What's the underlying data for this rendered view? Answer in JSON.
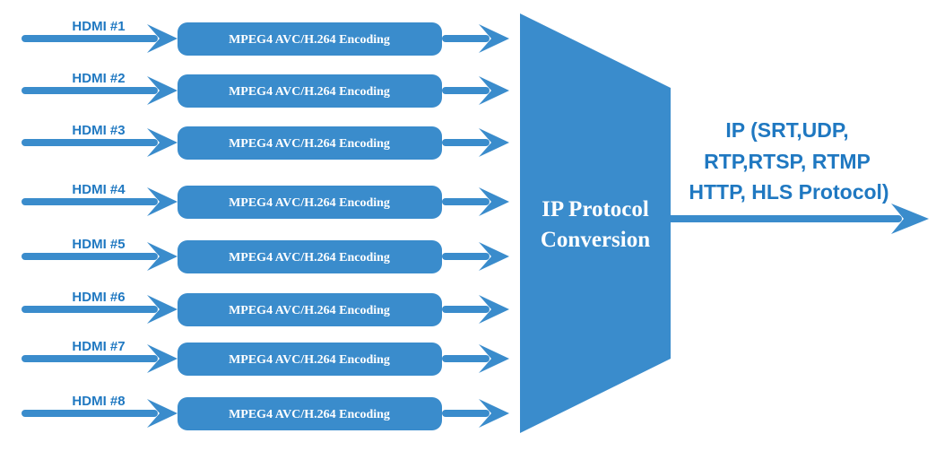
{
  "colors": {
    "primary": "#3a8ccc",
    "label": "#1f78c1",
    "text_on_shape": "#ffffff"
  },
  "inputs": [
    {
      "label": "HDMI #1",
      "encoder": "MPEG4 AVC/H.264 Encoding"
    },
    {
      "label": "HDMI #2",
      "encoder": "MPEG4 AVC/H.264 Encoding"
    },
    {
      "label": "HDMI #3",
      "encoder": "MPEG4 AVC/H.264 Encoding"
    },
    {
      "label": "HDMI #4",
      "encoder": "MPEG4 AVC/H.264 Encoding"
    },
    {
      "label": "HDMI #5",
      "encoder": "MPEG4 AVC/H.264 Encoding"
    },
    {
      "label": "HDMI #6",
      "encoder": "MPEG4 AVC/H.264 Encoding"
    },
    {
      "label": "HDMI #7",
      "encoder": "MPEG4 AVC/H.264 Encoding"
    },
    {
      "label": "HDMI #8",
      "encoder": "MPEG4 AVC/H.264 Encoding"
    }
  ],
  "converter": {
    "line1": "IP Protocol",
    "line2": "Conversion"
  },
  "output": {
    "line1": "IP (SRT,UDP,",
    "line2": "RTP,RTSP, RTMP",
    "line3": "HTTP, HLS Protocol)"
  }
}
